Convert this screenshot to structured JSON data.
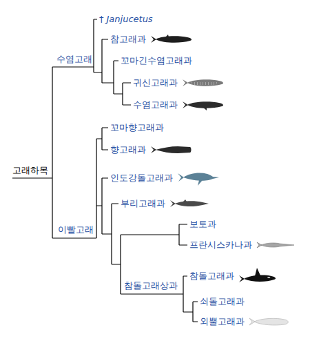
{
  "diagram": {
    "labels": [
      "†",
      "Janjucetus",
      "참고래과",
      "수염고래",
      "꼬마긴수염고래과",
      "귀신고래과",
      "수염고래과",
      "고래하목",
      "꼬마향고래과",
      "향고래과",
      "인도강돌고래과",
      "이빨고래",
      "부리고래과",
      "보토과",
      "프란시스카나과",
      "참돌고래과",
      "참돌고래상과",
      "쇠돌고래과",
      "외뿔고래과"
    ]
  }
}
